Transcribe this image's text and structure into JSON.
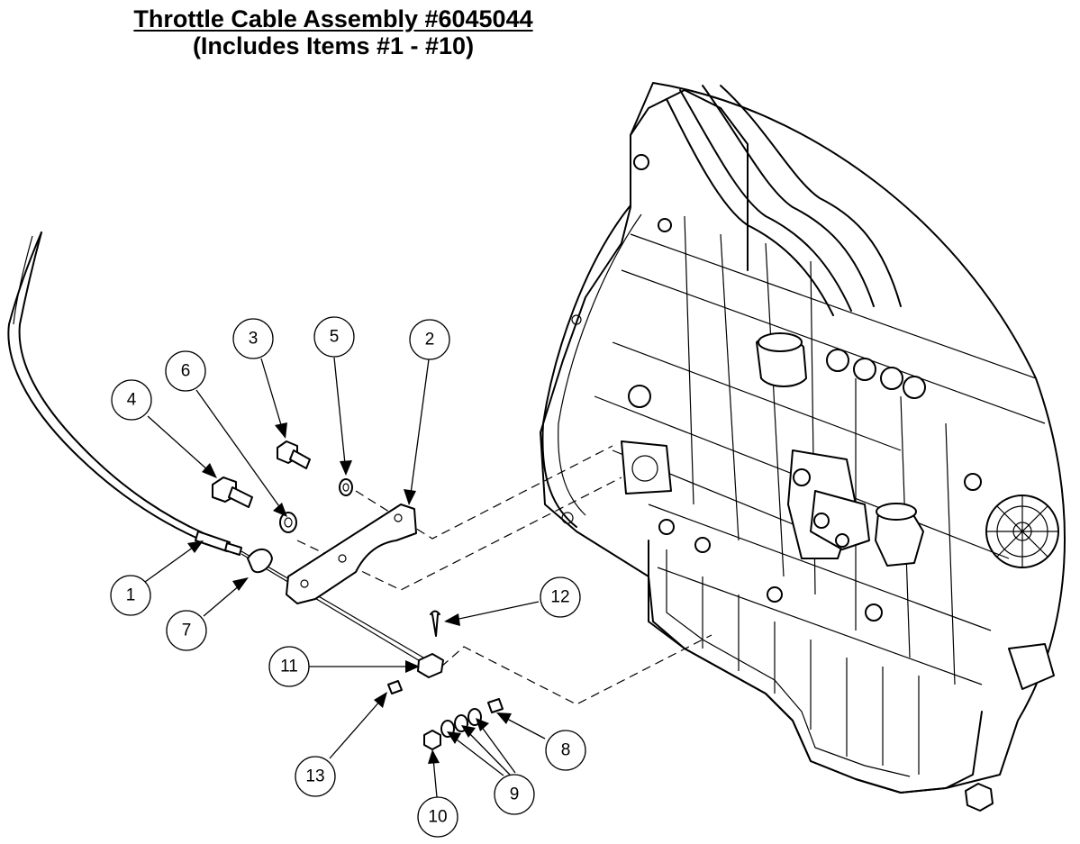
{
  "title": {
    "line1": "Throttle Cable Assembly #6045044",
    "line2": "(Includes Items #1 - #10)"
  },
  "callouts": [
    {
      "id": "1",
      "label": "1"
    },
    {
      "id": "2",
      "label": "2"
    },
    {
      "id": "3",
      "label": "3"
    },
    {
      "id": "4",
      "label": "4"
    },
    {
      "id": "5",
      "label": "5"
    },
    {
      "id": "6",
      "label": "6"
    },
    {
      "id": "7",
      "label": "7"
    },
    {
      "id": "8",
      "label": "8"
    },
    {
      "id": "9",
      "label": "9"
    },
    {
      "id": "10",
      "label": "10"
    },
    {
      "id": "11",
      "label": "11"
    },
    {
      "id": "12",
      "label": "12"
    },
    {
      "id": "13",
      "label": "13"
    }
  ]
}
